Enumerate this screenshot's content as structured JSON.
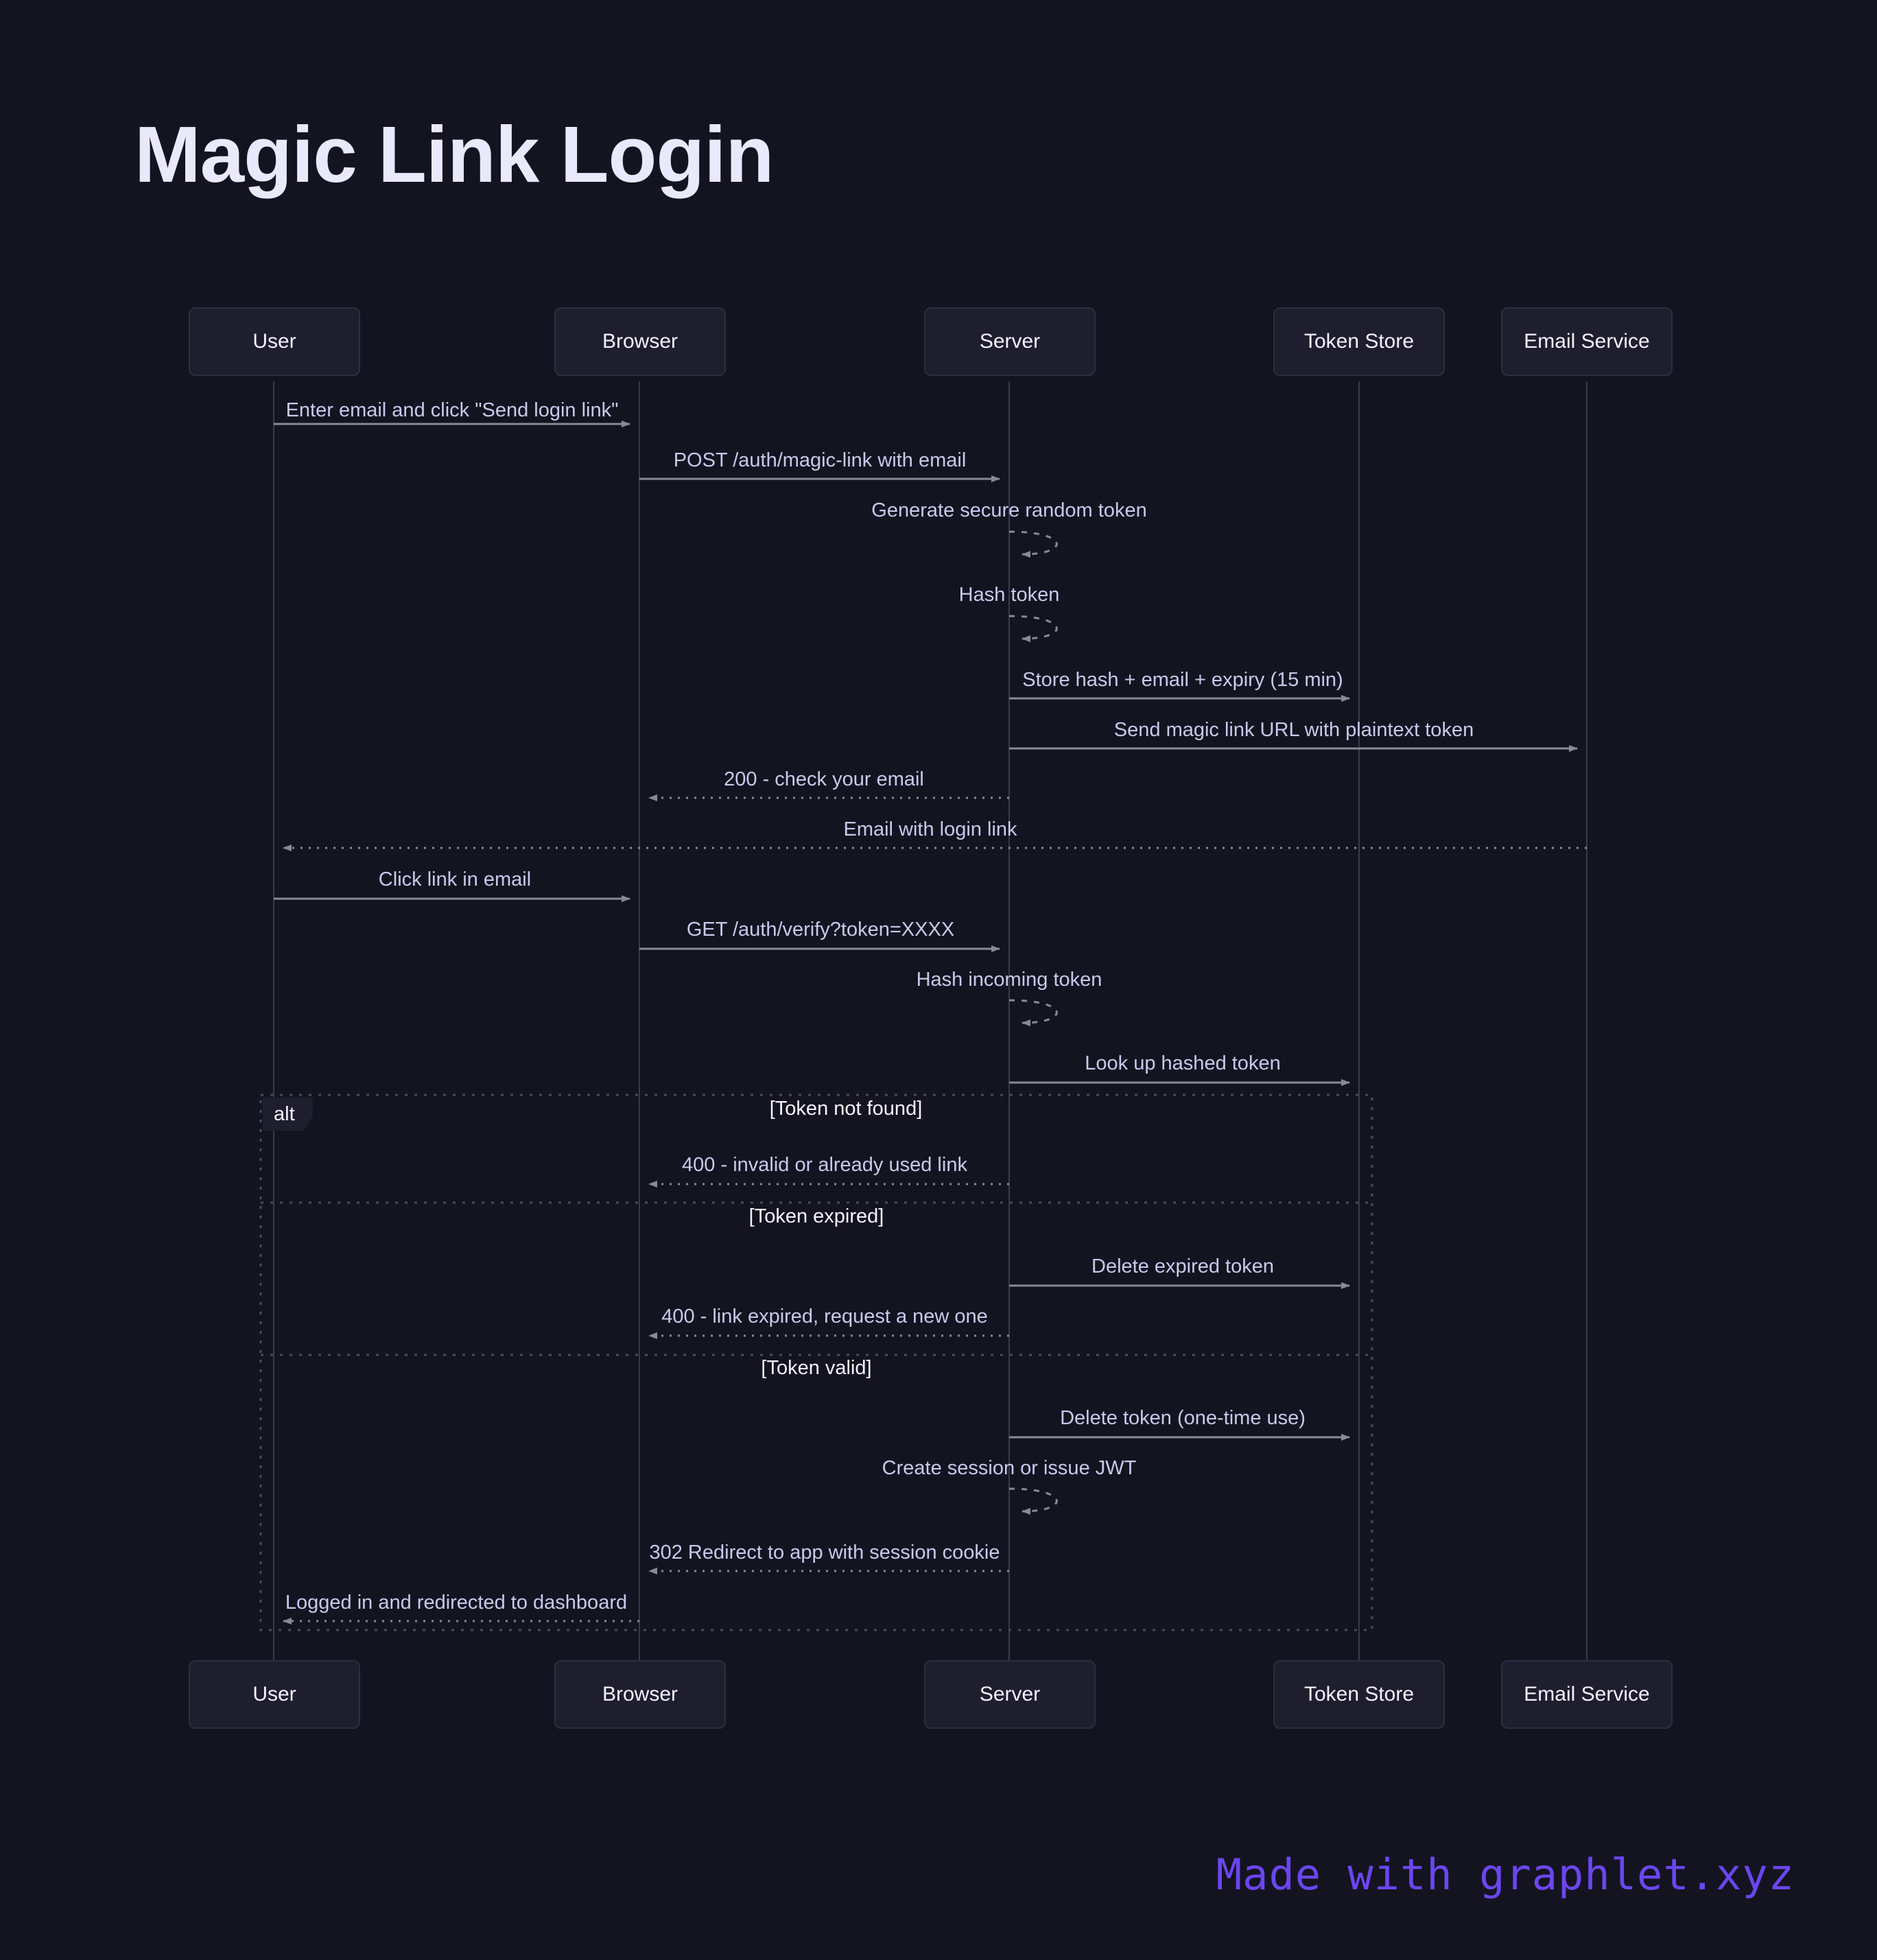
{
  "title": "Magic Link Login",
  "footer": "Made with graphlet.xyz",
  "colors": {
    "background": "#141421",
    "participant_fill": "#1e1e2e",
    "participant_border": "#2e2e42",
    "lifeline": "#3a3a4e",
    "arrow": "#8a8a96",
    "message_text": "#c9c9ec",
    "title_text": "#e9e9fb",
    "condition_text": "#f4f4ff",
    "footer_text": "#6b46f0"
  },
  "participants": [
    {
      "id": "user",
      "label": "User"
    },
    {
      "id": "browser",
      "label": "Browser"
    },
    {
      "id": "server",
      "label": "Server"
    },
    {
      "id": "token_store",
      "label": "Token Store"
    },
    {
      "id": "email_service",
      "label": "Email Service"
    }
  ],
  "fragment": {
    "type": "alt",
    "label": "alt",
    "branches": [
      {
        "condition": "[Token not found]"
      },
      {
        "condition": "[Token expired]"
      },
      {
        "condition": "[Token valid]"
      }
    ]
  },
  "messages": [
    {
      "from": "user",
      "to": "browser",
      "label": "Enter email and click \"Send login link\"",
      "style": "solid",
      "dir": "right"
    },
    {
      "from": "browser",
      "to": "server",
      "label": "POST /auth/magic-link with email",
      "style": "solid",
      "dir": "right"
    },
    {
      "from": "server",
      "to": "server",
      "label": "Generate secure random token",
      "style": "dashed",
      "dir": "self"
    },
    {
      "from": "server",
      "to": "server",
      "label": "Hash token",
      "style": "dashed",
      "dir": "self"
    },
    {
      "from": "server",
      "to": "token_store",
      "label": "Store hash + email + expiry (15 min)",
      "style": "solid",
      "dir": "right"
    },
    {
      "from": "server",
      "to": "email_service",
      "label": "Send magic link URL with plaintext token",
      "style": "solid",
      "dir": "right"
    },
    {
      "from": "server",
      "to": "browser",
      "label": "200 - check your email",
      "style": "dotted",
      "dir": "left"
    },
    {
      "from": "email_service",
      "to": "user",
      "label": "Email with login link",
      "style": "dotted",
      "dir": "left"
    },
    {
      "from": "user",
      "to": "browser",
      "label": "Click link in email",
      "style": "solid",
      "dir": "right"
    },
    {
      "from": "browser",
      "to": "server",
      "label": "GET /auth/verify?token=XXXX",
      "style": "solid",
      "dir": "right"
    },
    {
      "from": "server",
      "to": "server",
      "label": "Hash incoming token",
      "style": "dashed",
      "dir": "self"
    },
    {
      "from": "server",
      "to": "token_store",
      "label": "Look up hashed token",
      "style": "solid",
      "dir": "right"
    },
    {
      "from": "server",
      "to": "browser",
      "label": "400 - invalid or already used link",
      "style": "dotted",
      "dir": "left"
    },
    {
      "from": "server",
      "to": "token_store",
      "label": "Delete expired token",
      "style": "solid",
      "dir": "right"
    },
    {
      "from": "server",
      "to": "browser",
      "label": "400 - link expired, request a new one",
      "style": "dotted",
      "dir": "left"
    },
    {
      "from": "server",
      "to": "token_store",
      "label": "Delete token (one-time use)",
      "style": "solid",
      "dir": "right"
    },
    {
      "from": "server",
      "to": "server",
      "label": "Create session or issue JWT",
      "style": "dashed",
      "dir": "self"
    },
    {
      "from": "server",
      "to": "browser",
      "label": "302 Redirect to app with session cookie",
      "style": "dotted",
      "dir": "left"
    },
    {
      "from": "browser",
      "to": "user",
      "label": "Logged in and redirected to dashboard",
      "style": "dotted",
      "dir": "left"
    }
  ],
  "layout": {
    "participant_x": {
      "user": 399,
      "browser": 932,
      "server": 1471,
      "token_store": 1981,
      "email_service": 2313
    },
    "message_y": [
      604,
      677,
      749,
      873,
      996,
      1069,
      1141,
      1214,
      1287,
      1360,
      1432,
      1556,
      1704,
      1852,
      1925,
      2073,
      2146,
      2268,
      2341
    ]
  }
}
